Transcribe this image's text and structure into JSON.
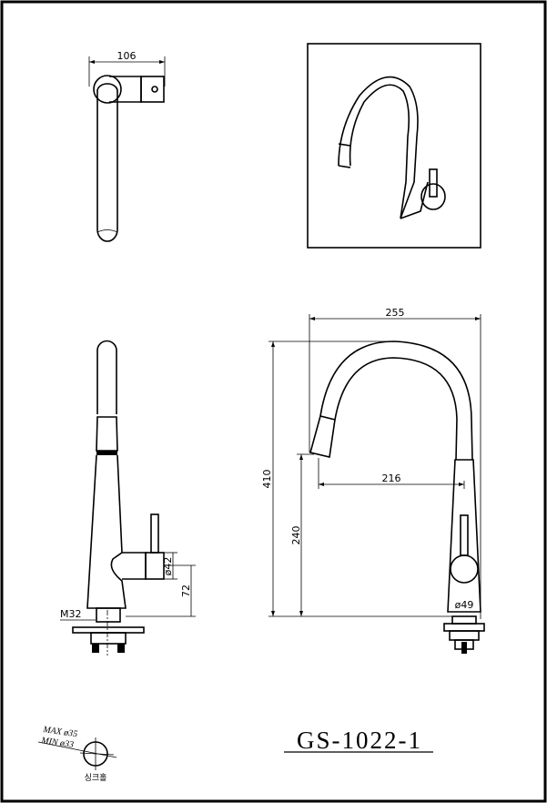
{
  "drawing": {
    "model_number": "GS-1022-1",
    "dimensions": {
      "top_width": "106",
      "overall_reach": "255",
      "overall_height": "410",
      "spout_reach": "216",
      "spout_height": "240",
      "handle_diameter": "ø42",
      "handle_height": "72",
      "thread": "M32",
      "body_diameter": "ø49"
    },
    "sink_hole": {
      "max_label": "MAX ø35",
      "min_label": "MIN ø33",
      "caption": "싱크홀"
    }
  }
}
